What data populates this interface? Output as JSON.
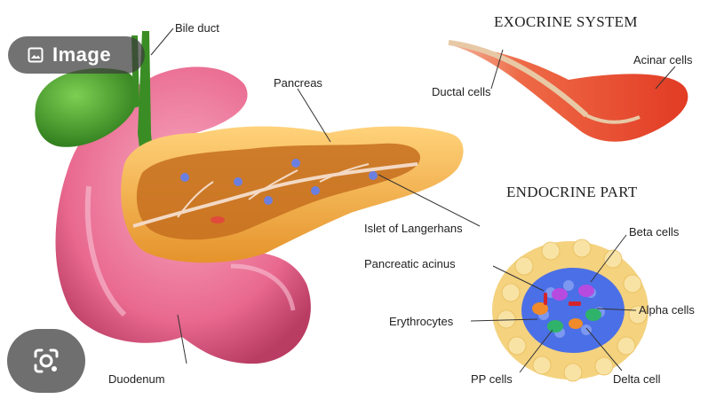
{
  "overlay": {
    "chip_label": "Image",
    "chip_icon": "image-icon",
    "lens_icon": "lens-search-icon"
  },
  "diagram": {
    "labels": {
      "bile_duct": "Bile duct",
      "pancreas": "Pancreas",
      "duodenum": "Duodenum",
      "exocrine_title": "EXOCRINE SYSTEM",
      "ductal_cells": "Ductal cells",
      "acinar_cells": "Acinar cells",
      "endocrine_title": "ENDOCRINE PART",
      "islet": "Islet of Langerhans",
      "beta_cells": "Beta cells",
      "pancreatic_acinus": "Pancreatic acinus",
      "alpha_cells": "Alpha cells",
      "erythrocytes": "Erythrocytes",
      "pp_cells": "PP cells",
      "delta_cell": "Delta cell"
    },
    "colors": {
      "duodenum": "#e9698f",
      "gallbladder": "#3f9a2a",
      "pancreas": "#f0a43a",
      "pancreas_inner": "#c66f1f",
      "islets": "#6b7fe0",
      "acinar": "#e8402a",
      "duct": "#e8c9a6",
      "islet_core": "#4b6fe6",
      "acinus_ring": "#f4d27e"
    }
  }
}
